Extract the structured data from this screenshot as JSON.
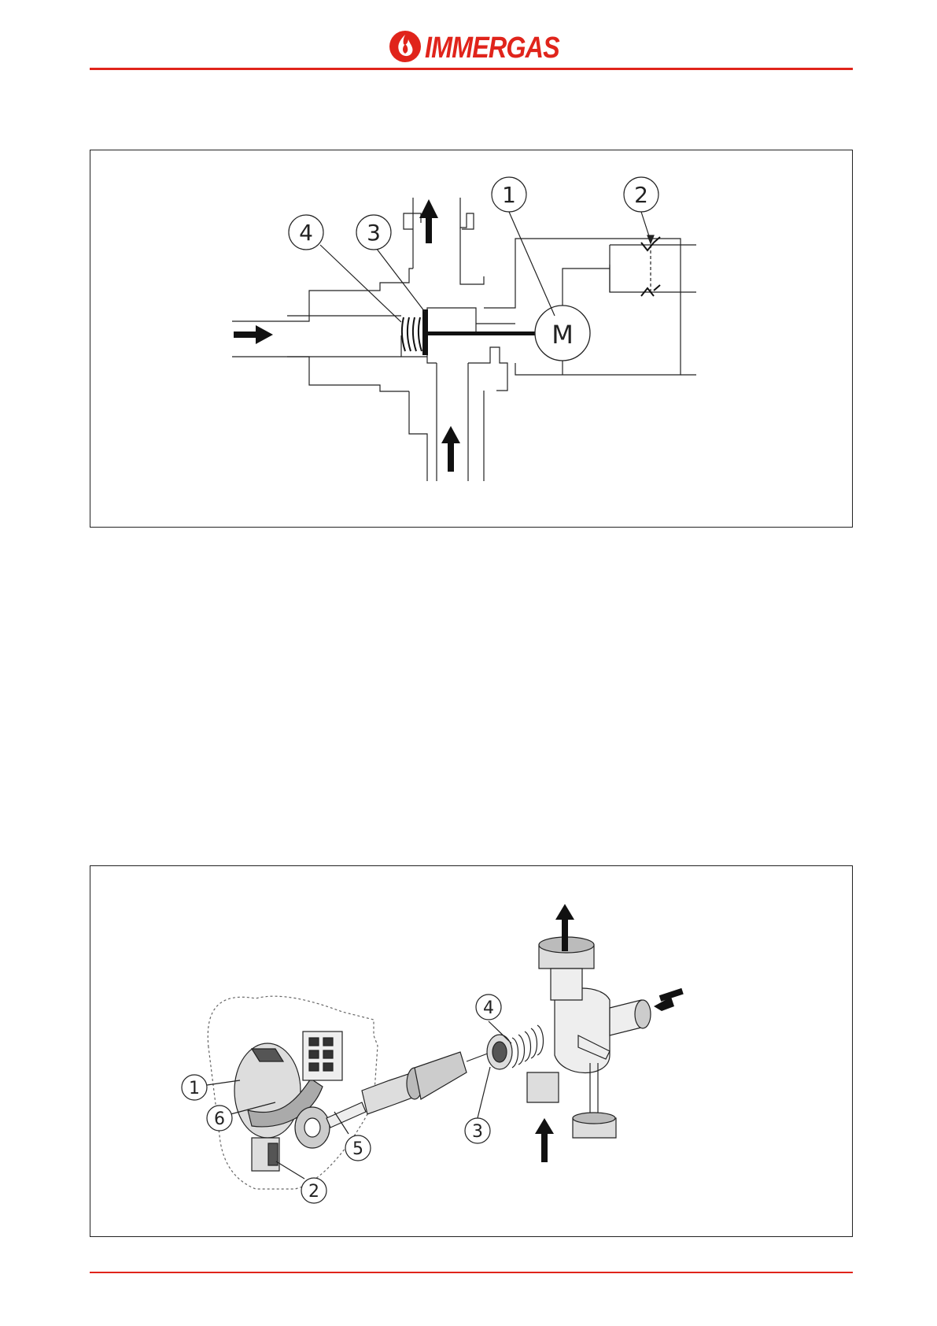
{
  "header": {
    "brand": "IMMERGAS",
    "brand_color": "#e0241b"
  },
  "diagram1": {
    "callouts": [
      "1",
      "2",
      "3",
      "4"
    ],
    "motor_label": "M"
  },
  "diagram2": {
    "callouts": [
      "1",
      "6",
      "5",
      "2",
      "4",
      "3"
    ]
  }
}
